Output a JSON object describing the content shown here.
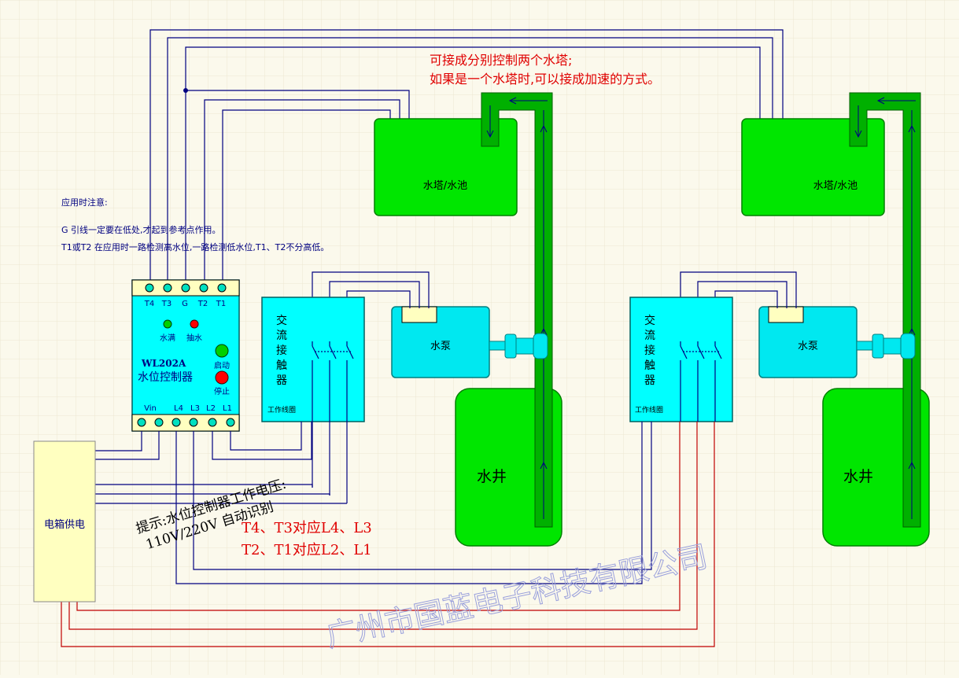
{
  "notes": {
    "title": "应用时注意:",
    "line1": "G 引线一定要在低处,才起到参考点作用。",
    "line2": "T1或T2 在应用时一路检测高水位,一路检测低水位,T1、T2不分高低。"
  },
  "top_note": {
    "line1": "可接成分别控制两个水塔;",
    "line2": "如果是一个水塔时,可以接成加速的方式。"
  },
  "controller": {
    "model": "WL202A",
    "name": "水位控制器",
    "top_terminals": [
      "T4",
      "T3",
      "G",
      "T2",
      "T1"
    ],
    "bottom_terminals": [
      "Vin",
      "L4",
      "L3",
      "L2",
      "L1"
    ],
    "led_full": "水满",
    "led_pump": "抽水",
    "start": "启动",
    "stop": "停止"
  },
  "contactor": {
    "name": "交流接触器",
    "chars": [
      "交",
      "流",
      "接",
      "触",
      "器"
    ],
    "coil": "工作线圈"
  },
  "pump": {
    "label": "水泵"
  },
  "tank": {
    "label": "水塔/水池"
  },
  "well": {
    "label": "水井"
  },
  "power": {
    "label": "电箱供电"
  },
  "hint": {
    "line1": "提示:水位控制器工作电压:",
    "line2": "110V/220V  自动识别"
  },
  "mapping": {
    "line1": "T4、T3对应L4、L3",
    "line2": "T2、T1对应L2、L1"
  },
  "watermark": "广州市国蓝电子科技有限公司",
  "colors": {
    "background": "#fbf9ec",
    "wire_blue": "#000080",
    "wire_red": "#c00000",
    "tank_green": "#00e600",
    "pipe_green": "#00b000",
    "controller_cyan": "#00ffff",
    "pump_cyan": "#00e8f0",
    "power_yellow": "#ffffc0",
    "text_red": "#e00000",
    "watermark": "#9aa0dc"
  }
}
